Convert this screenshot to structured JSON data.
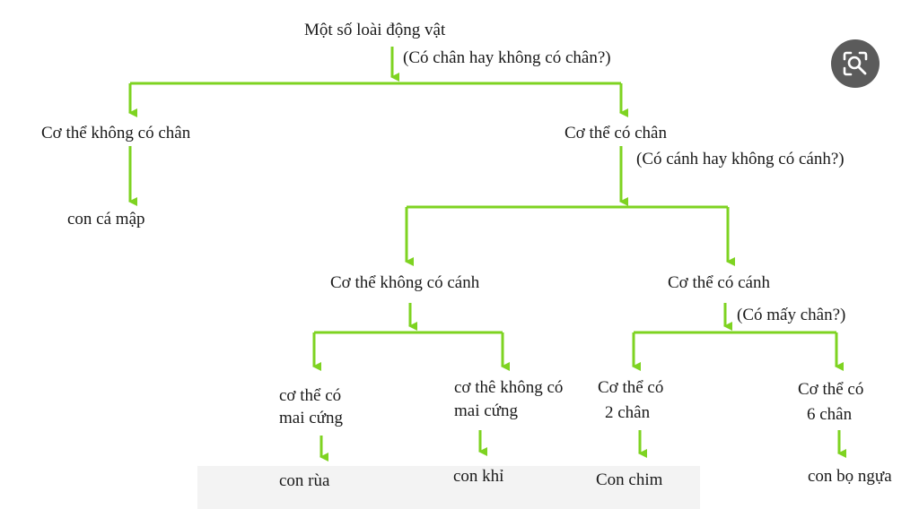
{
  "root": {
    "label": "Một số loài động vật",
    "question": "(Có chân hay không có chân?)"
  },
  "no_legs": {
    "label": "Cơ thể không có chân",
    "example": "con cá mập"
  },
  "has_legs": {
    "label": "Cơ thể có chân",
    "question": "(Có cánh hay không có cánh?)"
  },
  "no_wings": {
    "label": "Cơ thể không có cánh"
  },
  "has_wings": {
    "label": "Cơ thể có cánh",
    "question": "(Có mấy chân?)"
  },
  "shell": {
    "line1": "cơ thể có",
    "line2": "mai cứng",
    "example": "con rùa"
  },
  "no_shell": {
    "line1": "cơ thê không có",
    "line2": "mai cứng",
    "example": "con khỉ"
  },
  "two_legs": {
    "line1": "Cơ thể có",
    "line2": "2  chân",
    "example": "Con chim"
  },
  "six_legs": {
    "line1": "Cơ thể có",
    "line2": "6  chân",
    "example": "con bọ ngựa"
  },
  "colors": {
    "connector": "#7ed321",
    "text": "#1a1a1a",
    "lens_bg": "#5b5b5b"
  },
  "icons": {
    "lens": "search-icon"
  }
}
